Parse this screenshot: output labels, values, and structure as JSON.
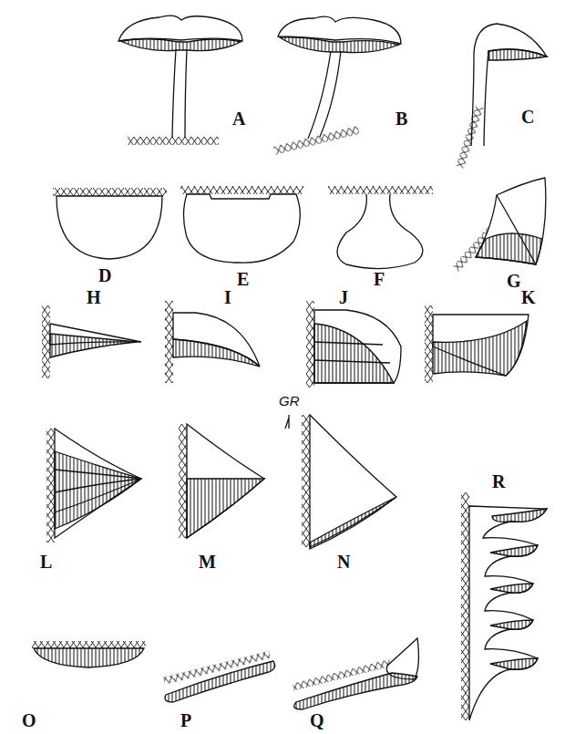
{
  "diagram": {
    "labels": [
      "A",
      "B",
      "C",
      "D",
      "E",
      "F",
      "G",
      "H",
      "I",
      "J",
      "K",
      "GR",
      "L",
      "M",
      "N",
      "R",
      "O",
      "P",
      "Q"
    ]
  }
}
